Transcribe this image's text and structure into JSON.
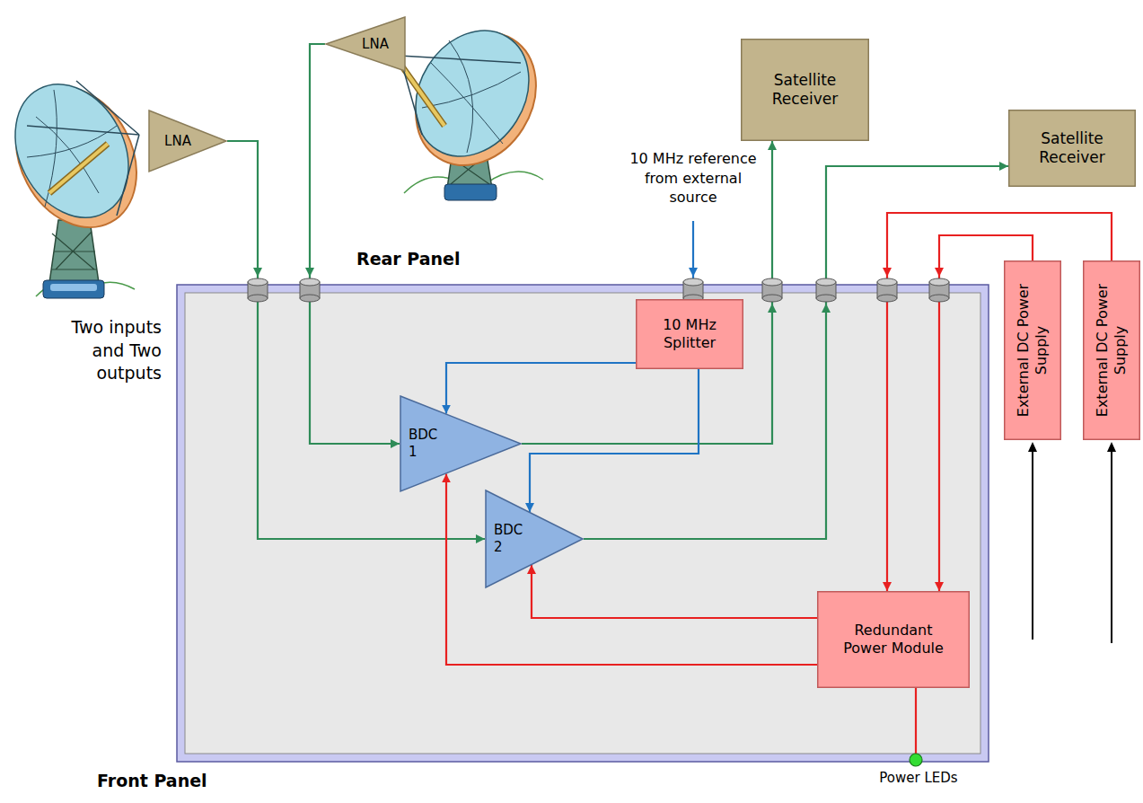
{
  "diagram": {
    "nodes": [
      {
        "text": [
          "LNA"
        ]
      },
      {
        "text": [
          "LNA"
        ]
      },
      {
        "text": [
          "Satellite Receiver"
        ]
      },
      {
        "text": [
          "Satellite Receiver"
        ]
      },
      {
        "text": [
          "Rear Panel",
          "Front Panel"
        ]
      },
      {
        "text": [
          "10 MHz Splitter"
        ],
        "in": 4
      },
      {
        "text": [
          "BDC 1"
        ],
        "in": 4
      },
      {
        "text": [
          "BDC 2"
        ],
        "in": 4
      },
      {
        "text": [
          "Redundant Power Module"
        ],
        "in": 4
      },
      {
        "text": [
          "External DC Power Supply"
        ]
      },
      {
        "text": [
          "External DC Power Supply"
        ]
      }
    ],
    "edges": [
      {
        "from": 0,
        "to": 7,
        "arrow": "to"
      },
      {
        "from": 1,
        "to": 6,
        "arrow": "to"
      },
      {
        "from": 6,
        "to": 2,
        "arrow": "to"
      },
      {
        "from": 7,
        "to": 3,
        "arrow": "to"
      },
      {
        "from": 5,
        "to": 6,
        "arrow": "to"
      },
      {
        "from": 5,
        "to": 7,
        "arrow": "to"
      },
      {
        "from": 8,
        "to": 6,
        "arrow": "to"
      },
      {
        "from": 8,
        "to": 7,
        "arrow": "to"
      },
      {
        "from": 9,
        "to": 8,
        "arrow": "to"
      },
      {
        "from": 10,
        "to": 8,
        "arrow": "to"
      }
    ],
    "labels": [
      "Two inputs and Two outputs",
      "10 MHz reference from external source",
      "Power LEDs"
    ]
  }
}
